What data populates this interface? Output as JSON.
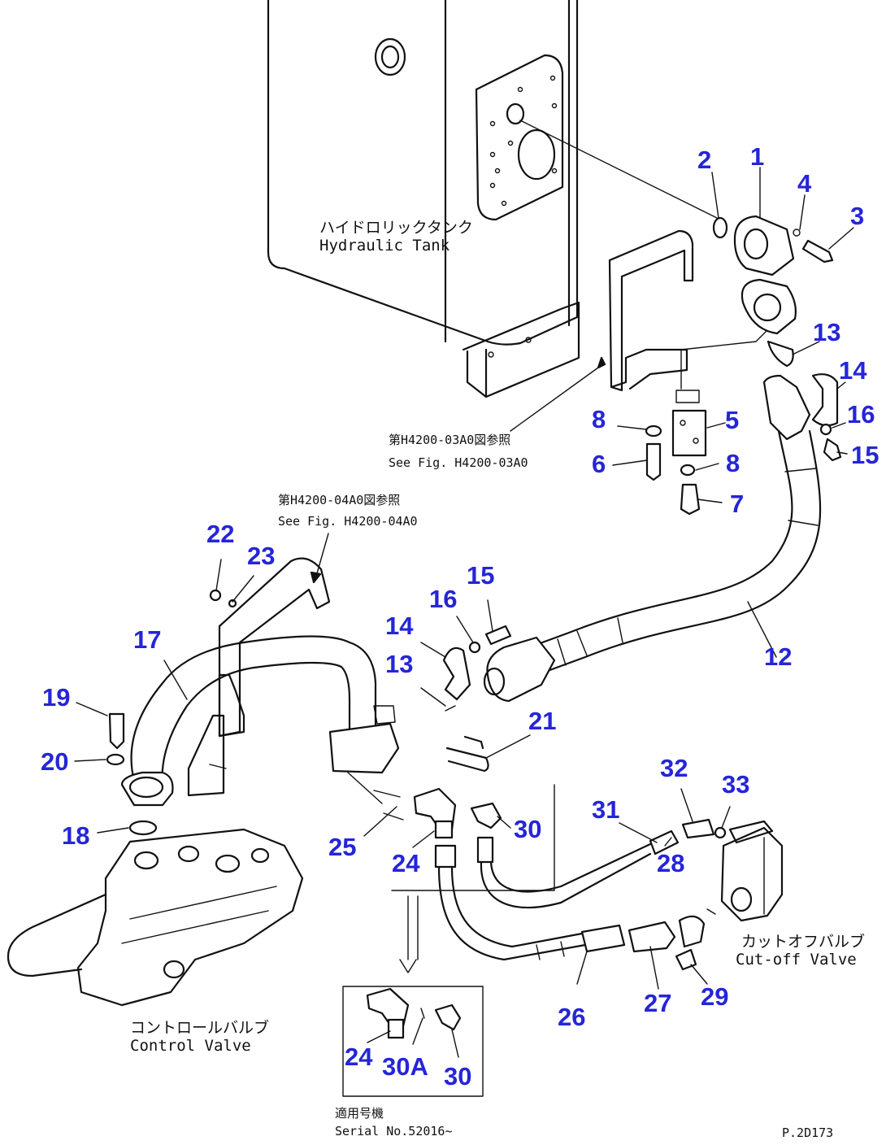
{
  "callouts": {
    "n1": "1",
    "n2": "2",
    "n3": "3",
    "n4": "4",
    "n5": "5",
    "n6": "6",
    "n7": "7",
    "n8a": "8",
    "n8b": "8",
    "n12": "12",
    "n13a": "13",
    "n13b": "13",
    "n14a": "14",
    "n14b": "14",
    "n15a": "15",
    "n15b": "15",
    "n16a": "16",
    "n16b": "16",
    "n17": "17",
    "n18": "18",
    "n19": "19",
    "n20": "20",
    "n21": "21",
    "n22": "22",
    "n23": "23",
    "n24": "24",
    "n25": "25",
    "n26": "26",
    "n27": "27",
    "n28": "28",
    "n29": "29",
    "n30": "30",
    "n31": "31",
    "n32": "32",
    "n33": "33",
    "inset_24": "24",
    "inset_30A": "30A",
    "inset_30": "30"
  },
  "labels": {
    "tank_jp": "ハイドロリックタンク",
    "tank_en": "Hydraulic Tank",
    "ref1_jp": "第H4200-03A0図参照",
    "ref1_en": "See Fig. H4200-03A0",
    "ref2_jp": "第H4200-04A0図参照",
    "ref2_en": "See Fig. H4200-04A0",
    "control_valve_jp": "コントロールバルブ",
    "control_valve_en": "Control Valve",
    "cutoff_valve_jp": "カットオフバルブ",
    "cutoff_valve_en": "Cut-off Valve",
    "serial_jp": "適用号機",
    "serial_en": "Serial No.52016~",
    "page_code": "P.2D173"
  },
  "colors": {
    "callout": "#2525d8",
    "line": "#111111"
  }
}
